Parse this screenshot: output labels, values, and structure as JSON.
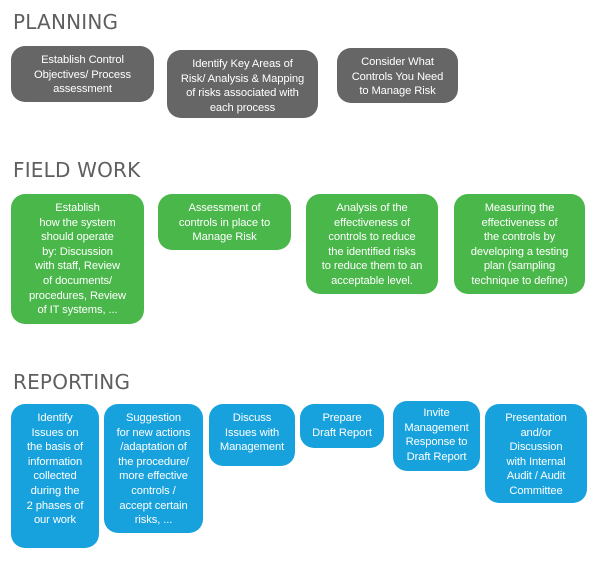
{
  "colors": {
    "planning": "#666666",
    "field_work": "#49b749",
    "reporting": "#17a2de",
    "heading": "#5f5f62"
  },
  "sections": {
    "planning": {
      "title": "PLANNING",
      "steps": [
        "Establish Control\nObjectives/ Process\nassessment",
        "Identify Key Areas of\nRisk/ Analysis & Mapping\nof risks associated with\neach process",
        "Consider What\nControls You Need\nto Manage Risk"
      ]
    },
    "field_work": {
      "title": "FIELD WORK",
      "steps": [
        "Establish\nhow the system\nshould operate\nby: Discussion\nwith staff, Review\nof documents/\nprocedures, Review\nof IT systems, ...",
        "Assessment of\ncontrols in place to\nManage Risk",
        "Analysis of the\neffectiveness of\ncontrols to reduce\nthe identified risks\nto reduce them to an\nacceptable level.",
        "Measuring the\neffectiveness of\nthe controls by\ndeveloping a testing\nplan (sampling\ntechnique to define)"
      ]
    },
    "reporting": {
      "title": "REPORTING",
      "steps": [
        "Identify\nIssues on\nthe basis of\ninformation\ncollected\nduring the\n2 phases of\nour work",
        "Suggestion\nfor new actions\n/adaptation of\nthe procedure/\nmore effective\ncontrols /\naccept certain\nrisks, ...",
        "Discuss\nIssues with\nManagement",
        "Prepare\nDraft Report",
        "Invite\nManagement\nResponse to\nDraft Report",
        "Presentation\nand/or\nDiscussion\nwith Internal\nAudit / Audit\nCommittee"
      ]
    }
  }
}
